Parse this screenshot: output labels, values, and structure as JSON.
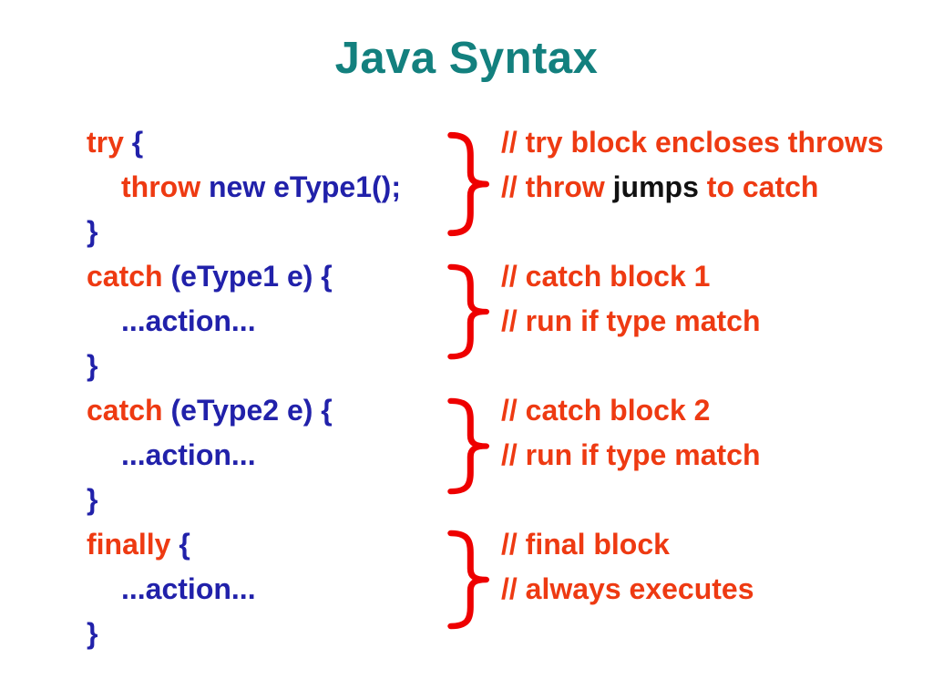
{
  "title": "Java Syntax",
  "palette": {
    "title": "#13807E",
    "keyword": "#EE3A12",
    "code": "#2121AA",
    "comment": "#EE3A12",
    "comment_emphasis_black": "#111111",
    "brace": "#EE0000",
    "background": "#FFFFFF"
  },
  "code_lines": [
    {
      "segments": [
        {
          "text": "try ",
          "role": "keyword"
        },
        {
          "text": "{",
          "role": "code"
        }
      ]
    },
    {
      "segments": [
        {
          "text": "throw ",
          "role": "keyword"
        },
        {
          "text": "new eType1();",
          "role": "code"
        }
      ]
    },
    {
      "segments": [
        {
          "text": "}",
          "role": "code"
        }
      ]
    },
    {
      "segments": [
        {
          "text": "catch ",
          "role": "keyword"
        },
        {
          "text": "(eType1 e) {",
          "role": "code"
        }
      ]
    },
    {
      "segments": [
        {
          "text": "...action...",
          "role": "code"
        }
      ]
    },
    {
      "segments": [
        {
          "text": "}",
          "role": "code"
        }
      ]
    },
    {
      "segments": [
        {
          "text": "catch ",
          "role": "keyword"
        },
        {
          "text": "(eType2 e) {",
          "role": "code"
        }
      ]
    },
    {
      "segments": [
        {
          "text": "...action...",
          "role": "code"
        }
      ]
    },
    {
      "segments": [
        {
          "text": "}",
          "role": "code"
        }
      ]
    },
    {
      "segments": [
        {
          "text": "finally ",
          "role": "keyword"
        },
        {
          "text": "{",
          "role": "code"
        }
      ]
    },
    {
      "segments": [
        {
          "text": "...action...",
          "role": "code"
        }
      ]
    },
    {
      "segments": [
        {
          "text": "}",
          "role": "code"
        }
      ]
    }
  ],
  "comments": [
    {
      "row": 1,
      "segments": [
        {
          "text": "// try block encloses throws",
          "role": "comment"
        }
      ]
    },
    {
      "row": 2,
      "segments": [
        {
          "text": "// throw ",
          "role": "comment"
        },
        {
          "text": "jumps",
          "role": "comment-black"
        },
        {
          "text": " to catch",
          "role": "comment"
        }
      ]
    },
    {
      "row": 4,
      "segments": [
        {
          "text": "// catch block 1",
          "role": "comment"
        }
      ]
    },
    {
      "row": 5,
      "segments": [
        {
          "text": "// run if type match",
          "role": "comment"
        }
      ]
    },
    {
      "row": 7,
      "segments": [
        {
          "text": "// catch block 2",
          "role": "comment"
        }
      ]
    },
    {
      "row": 8,
      "segments": [
        {
          "text": "// run if type match",
          "role": "comment"
        }
      ]
    },
    {
      "row": 10,
      "segments": [
        {
          "text": "// final block",
          "role": "comment"
        }
      ]
    },
    {
      "row": 11,
      "segments": [
        {
          "text": "// always executes",
          "role": "comment"
        }
      ]
    }
  ],
  "braces": [
    {
      "glyph": "}",
      "block": "try"
    },
    {
      "glyph": "}",
      "block": "catch-1"
    },
    {
      "glyph": "}",
      "block": "catch-2"
    },
    {
      "glyph": "}",
      "block": "finally"
    }
  ]
}
